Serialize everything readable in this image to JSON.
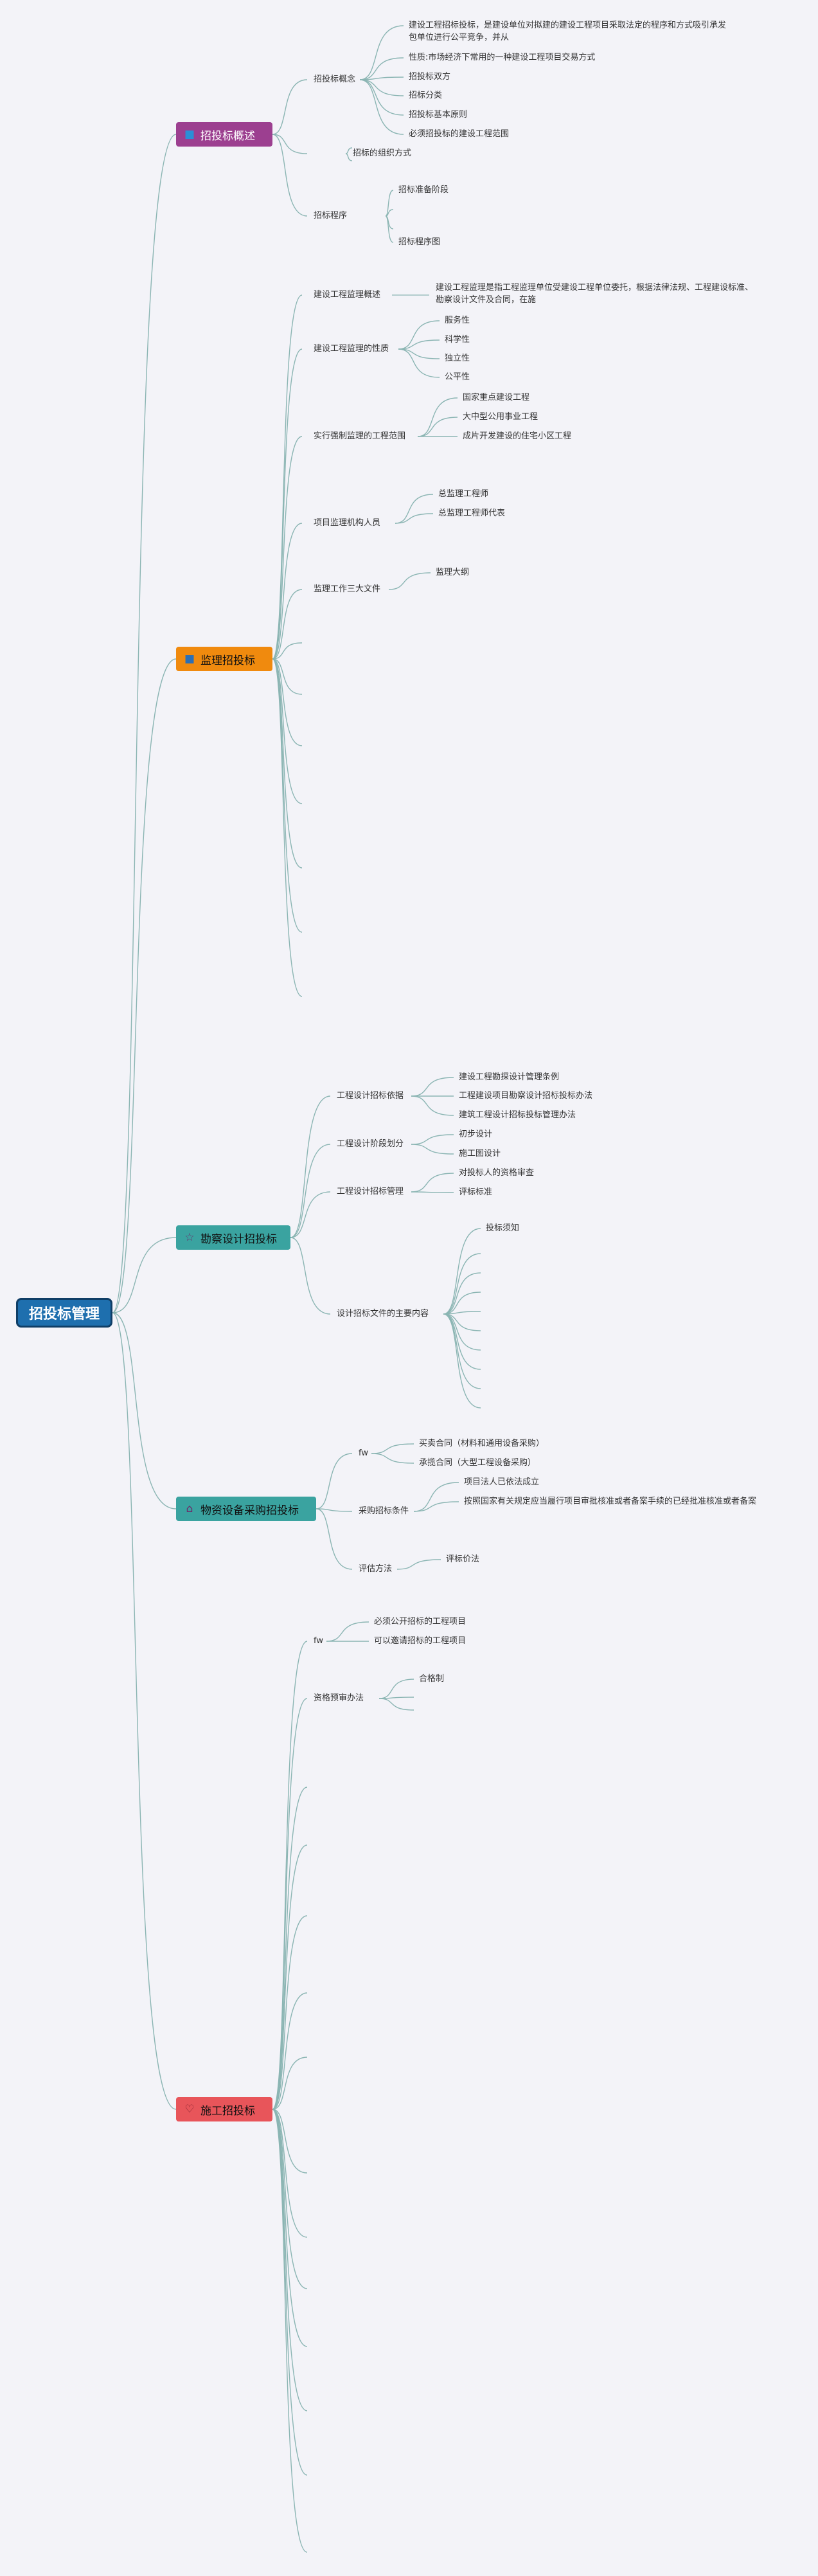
{
  "root": {
    "label": "招投标管理"
  },
  "colors": {
    "root": "#1e6fae",
    "branch1": "#9c3f90",
    "branch2": "#f08a0e",
    "branch3": "#3aa3a0",
    "branch4": "#3aa3a0",
    "branch5": "#e8555a",
    "line": "#8bb5b3"
  },
  "branches": [
    {
      "label": "招投标概述",
      "icon": "flag-icon",
      "subs": [
        {
          "label": "招投标概念",
          "leaves": [
            "建设工程招标投标，是建设单位对拟建的建设工程项目采取法定的程序和方式吸引承发包单位进行公平竞争，并从",
            "性质:市场经济下常用的一种建设工程项目交易方式",
            "招投标双方",
            "招标分类",
            "招投标基本原则",
            "必须招投标的建设工程范围"
          ]
        },
        {
          "label": "招标的组织方式",
          "leaves": []
        },
        {
          "label": "招标程序",
          "leaves": [
            "招标准备阶段",
            "招标程序图"
          ]
        }
      ]
    },
    {
      "label": "监理招投标",
      "icon": "flag-icon",
      "subs": [
        {
          "label": "建设工程监理概述",
          "leaves": [
            "建设工程监理是指工程监理单位受建设工程单位委托，根据法律法规、工程建设标准、勘察设计文件及合同，在施"
          ]
        },
        {
          "label": "建设工程监理的性质",
          "leaves": [
            "服务性",
            "科学性",
            "独立性",
            "公平性"
          ]
        },
        {
          "label": "实行强制监理的工程范围",
          "leaves": [
            "国家重点建设工程",
            "大中型公用事业工程",
            "成片开发建设的住宅小区工程"
          ]
        },
        {
          "label": "项目监理机构人员",
          "leaves": [
            "总监理工程师",
            "总监理工程师代表"
          ]
        },
        {
          "label": "监理工作三大文件",
          "leaves": [
            "监理大纲"
          ]
        }
      ]
    },
    {
      "label": "勘察设计招投标",
      "icon": "star-icon",
      "subs": [
        {
          "label": "工程设计招标依据",
          "leaves": [
            "建设工程勘探设计管理条例",
            "工程建设项目勘察设计招标投标办法",
            "建筑工程设计招标投标管理办法"
          ]
        },
        {
          "label": "工程设计阶段划分",
          "leaves": [
            "初步设计",
            "施工图设计"
          ]
        },
        {
          "label": "工程设计招标管理",
          "leaves": [
            "对投标人的资格审查",
            "评标标准"
          ]
        },
        {
          "label": "设计招标文件的主要内容",
          "leaves": [
            "投标须知"
          ]
        }
      ]
    },
    {
      "label": "物资设备采购招投标",
      "icon": "home-icon",
      "subs": [
        {
          "label": "fw",
          "leaves": [
            "买卖合同（材料和通用设备采购）",
            "承揽合同（大型工程设备采购）"
          ]
        },
        {
          "label": "采购招标条件",
          "leaves": [
            "项目法人已依法成立",
            "按照国家有关规定应当履行项目审批核准或者备案手续的已经批准核准或者备案"
          ]
        },
        {
          "label": "评估方法",
          "leaves": [
            "评标价法"
          ]
        }
      ]
    },
    {
      "label": "施工招投标",
      "icon": "heart-icon",
      "subs": [
        {
          "label": "fw",
          "leaves": [
            "必须公开招标的工程项目",
            "可以邀请招标的工程项目"
          ]
        },
        {
          "label": "资格预审办法",
          "leaves": [
            "合格制"
          ]
        }
      ]
    }
  ]
}
